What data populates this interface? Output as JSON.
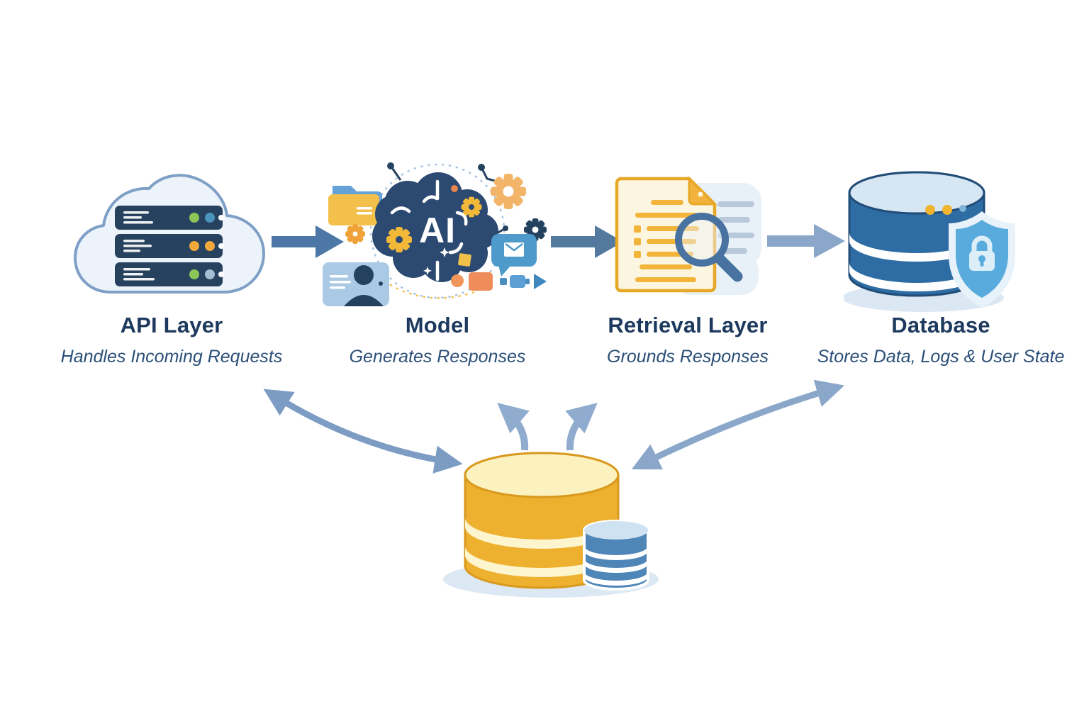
{
  "nodes": [
    {
      "title": "API Layer",
      "subtitle": "Handles Incoming Requests",
      "icon": "cloud-server-icon"
    },
    {
      "title": "Model",
      "subtitle": "Generates Responses",
      "icon": "ai-brain-icon"
    },
    {
      "title": "Retrieval Layer",
      "subtitle": "Grounds Responses",
      "icon": "document-search-icon"
    },
    {
      "title": "Database",
      "subtitle": "Stores Data, Logs & User State",
      "icon": "database-shield-icon"
    }
  ],
  "model_icon": {
    "ai_label": "AI"
  },
  "hub": {
    "icon": "shared-datastore-icon"
  },
  "colors": {
    "title_text": "#1d3a5e",
    "subtitle_text": "#2b4f78",
    "arrow_dark": "#4d77a6",
    "arrow_light": "#8aa7c9",
    "gold": "#f0b32f",
    "doc_cream": "#fcf5df",
    "db_blue": "#2e6da4",
    "shield_blue": "#58abdc",
    "brain_navy": "#2c4a71",
    "server_navy": "#27425f"
  }
}
